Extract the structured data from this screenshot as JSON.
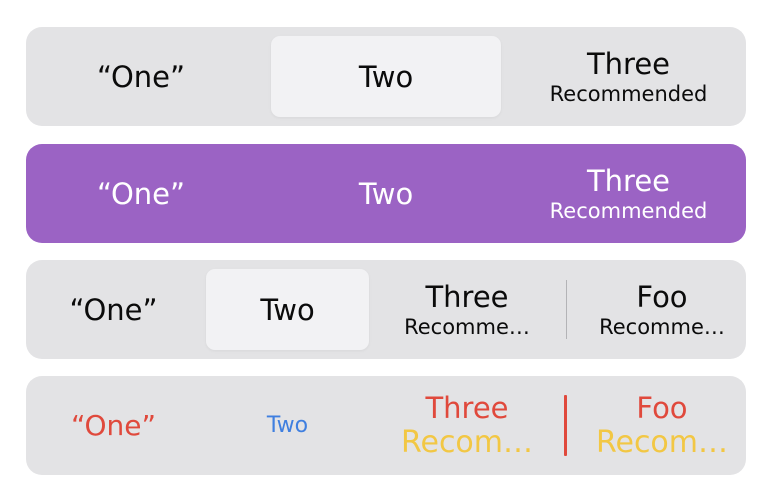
{
  "bars": [
    {
      "one": "“One”",
      "two": "Two",
      "three_title": "Three",
      "three_subtitle": "Recommended"
    },
    {
      "one": "“One”",
      "two": "Two",
      "three_title": "Three",
      "three_subtitle": "Recommended",
      "background_color": "#9b63c4"
    },
    {
      "one": "“One”",
      "two": "Two",
      "three_title": "Three",
      "three_subtitle": "Recomme…",
      "four_title": "Foo",
      "four_subtitle": "Recomme…"
    },
    {
      "one": "“One”",
      "two": "Two",
      "three_title": "Three",
      "three_subtitle": "Recom…",
      "four_title": "Foo",
      "four_subtitle": "Recom…",
      "colors": {
        "one": "#e0493c",
        "two": "#3f7fe0",
        "title": "#e0493c",
        "subtitle": "#f2c744",
        "divider": "#e0493c"
      }
    }
  ]
}
